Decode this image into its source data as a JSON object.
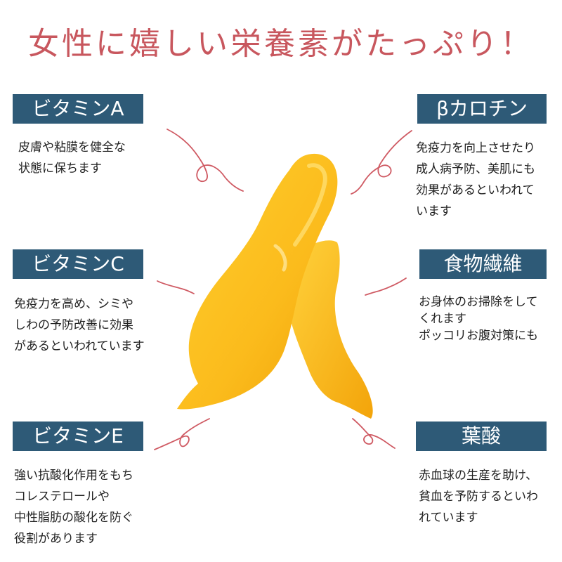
{
  "title": "女性に嬉しい栄養素がたっぷり！",
  "colors": {
    "title": "#c8575e",
    "label_bg": "#2e5a77",
    "label_text": "#ffffff",
    "swirl": "#cf5a63",
    "mango_light": "#ffd13a",
    "mango_dark": "#f2a000"
  },
  "nutrients": {
    "vitamin_a": {
      "label": "ビタミンA",
      "lines": [
        "皮膚や粘膜を健全な",
        "状態に保ちます"
      ]
    },
    "beta_carotene": {
      "label": "βカロチン",
      "lines": [
        "免疫力を向上させたり",
        "成人病予防、美肌にも",
        "効果があるといわれて",
        "います"
      ]
    },
    "vitamin_c": {
      "label": "ビタミンC",
      "lines": [
        "免疫力を高め、シミや",
        "しわの予防改善に効果",
        "があるといわれています"
      ]
    },
    "dietary_fiber": {
      "label": "食物繊維",
      "lines": [
        "お身体のお掃除をして",
        "くれます",
        "ポッコリお腹対策にも"
      ]
    },
    "vitamin_e": {
      "label": "ビタミンE",
      "lines": [
        "強い抗酸化作用をもち",
        "コレステロールや",
        "中性脂肪の酸化を防ぐ",
        "役割があります"
      ]
    },
    "folic_acid": {
      "label": "葉酸",
      "lines": [
        "赤血球の生産を助け、",
        "貧血を予防するといわ",
        "れています"
      ]
    }
  }
}
